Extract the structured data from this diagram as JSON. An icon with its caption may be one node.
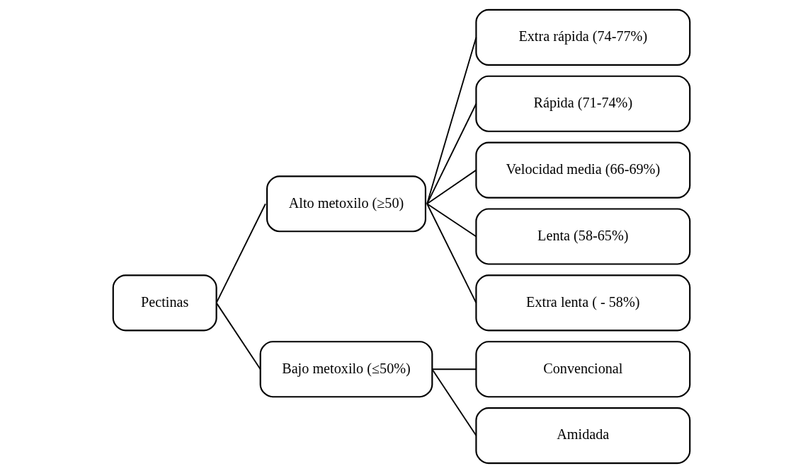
{
  "diagram": {
    "nodes": [
      {
        "text": [
          "Pectinas"
        ]
      },
      {
        "text": [
          "Alto metoxilo (≥50)"
        ]
      },
      {
        "text": [
          "Bajo metoxilo (≤50%)"
        ]
      },
      {
        "text": [
          "Extra rápida (74-77%)"
        ]
      },
      {
        "text": [
          "Rápida (71-74%)"
        ]
      },
      {
        "text": [
          "Velocidad media (66-69%)"
        ]
      },
      {
        "text": [
          "Lenta (58-65%)"
        ]
      },
      {
        "text": [
          "Extra lenta ( - 58%)"
        ]
      },
      {
        "text": [
          "Convencional"
        ]
      },
      {
        "text": [
          "Amidada"
        ]
      }
    ],
    "edges": [
      {
        "from": 0,
        "to": 1,
        "arrow": "none"
      },
      {
        "from": 0,
        "to": 2,
        "arrow": "none"
      },
      {
        "from": 1,
        "to": 3,
        "arrow": "none"
      },
      {
        "from": 1,
        "to": 4,
        "arrow": "none"
      },
      {
        "from": 1,
        "to": 5,
        "arrow": "none"
      },
      {
        "from": 1,
        "to": 6,
        "arrow": "none"
      },
      {
        "from": 1,
        "to": 7,
        "arrow": "none"
      },
      {
        "from": 2,
        "to": 8,
        "arrow": "none"
      },
      {
        "from": 2,
        "to": 9,
        "arrow": "none"
      }
    ]
  }
}
